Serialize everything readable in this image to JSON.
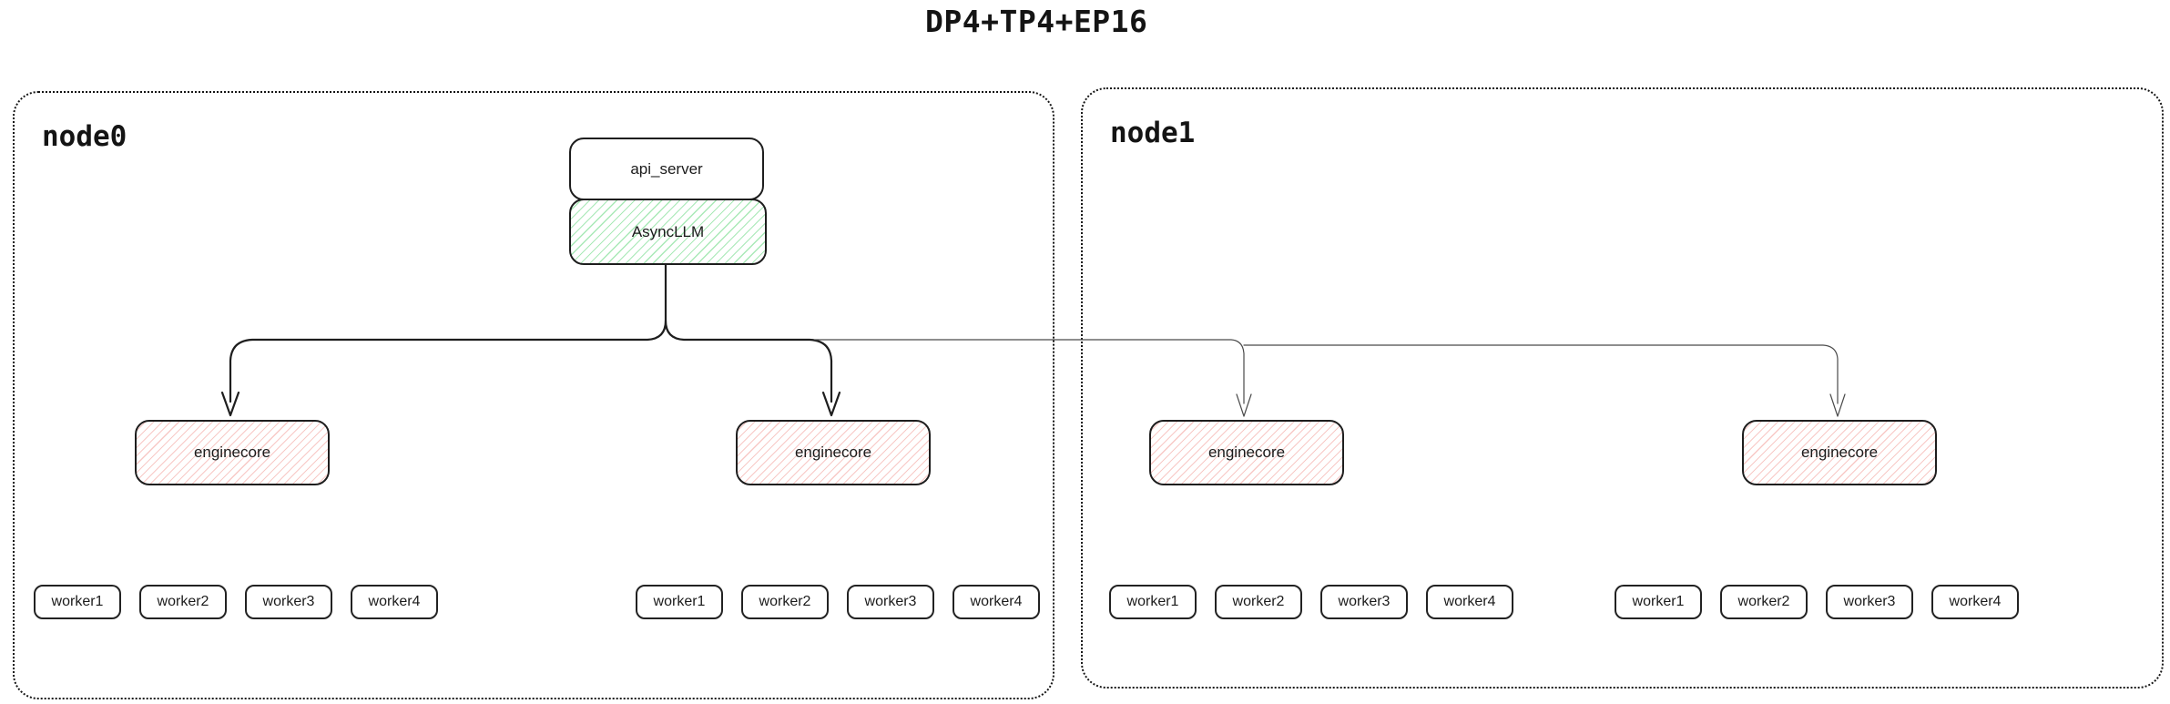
{
  "title": "DP4+TP4+EP16",
  "colors": {
    "border": "#1e1e1e",
    "green_hatch": "#a9e9b7",
    "red_hatch": "#f8c9c6",
    "thick_arrow": "#1e1e1e",
    "thin_arrow": "#4a4a4a"
  },
  "node0": {
    "label": "node0",
    "api_server": {
      "label": "api_server"
    },
    "async_llm": {
      "label": "AsyncLLM"
    },
    "enginecores": [
      {
        "label": "enginecore",
        "workers": [
          "worker1",
          "worker2",
          "worker3",
          "worker4"
        ]
      },
      {
        "label": "enginecore",
        "workers": [
          "worker1",
          "worker2",
          "worker3",
          "worker4"
        ]
      }
    ]
  },
  "node1": {
    "label": "node1",
    "enginecores": [
      {
        "label": "enginecore",
        "workers": [
          "worker1",
          "worker2",
          "worker3",
          "worker4"
        ]
      },
      {
        "label": "enginecore",
        "workers": [
          "worker1",
          "worker2",
          "worker3",
          "worker4"
        ]
      }
    ]
  }
}
